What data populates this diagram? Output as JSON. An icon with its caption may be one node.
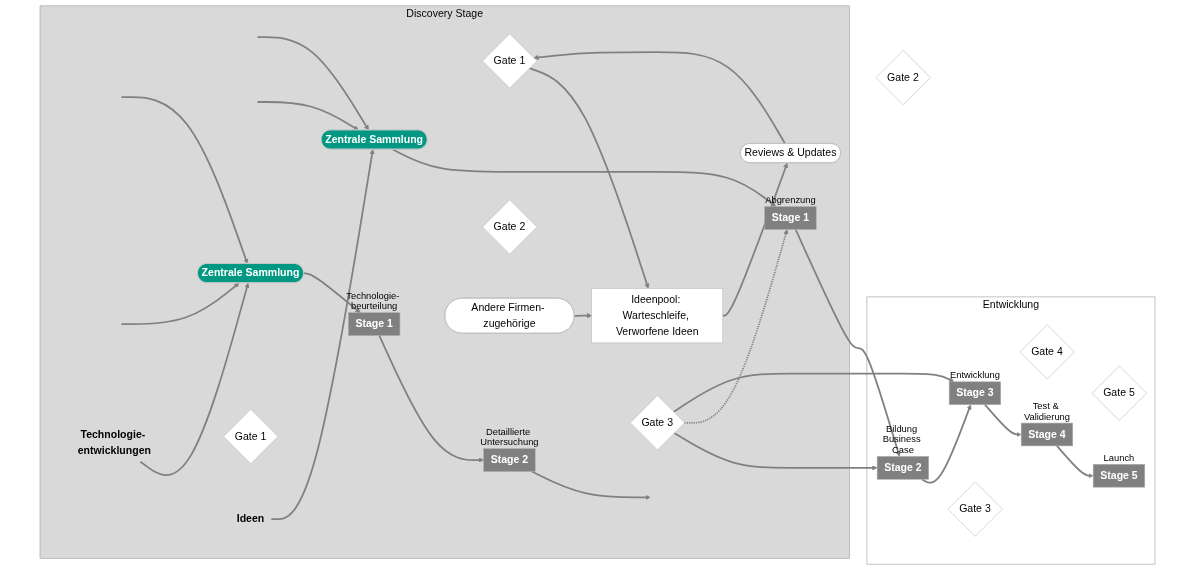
{
  "diagram": {
    "nodes": [
      {
        "text": [
          "Discovery Stage"
        ]
      },
      {
        "text": [
          "Technologie- entwicklungen"
        ],
        "in": 0
      },
      {
        "text": [
          "Zentrale Sammlung"
        ],
        "in": 0
      },
      {
        "text": [
          "Stage 1"
        ],
        "beside": [
          "Technologie- beurteilung"
        ],
        "in": 0
      },
      {
        "text": [
          "Gate 1"
        ],
        "in": 0
      },
      {
        "text": [
          "Gate 2"
        ],
        "in": 0
      },
      {
        "text": [
          "Stage 2"
        ],
        "beside": [
          "Detaillierte Untersuchung"
        ],
        "in": 0
      },
      {
        "text": [
          "Gate 3"
        ],
        "in": 0
      },
      {
        "text": [
          "Ideen"
        ],
        "in": 0
      },
      {
        "text": [
          "Zentrale Sammlung"
        ],
        "in": 0
      },
      {
        "text": [
          "Stage 1"
        ],
        "beside": [
          "Abgrenzung"
        ],
        "in": 0
      },
      {
        "text": [
          "Gate 1"
        ],
        "in": 0
      },
      {
        "text": [
          "Reviews & Updates"
        ],
        "in": 0
      },
      {
        "text": [
          "Ideenpool: Warteschleife, Verworfene Ideen"
        ],
        "in": 0
      },
      {
        "text": [
          "Andere Firmen- zugehörige"
        ],
        "in": 0
      },
      {
        "text": [
          "Entwicklung"
        ]
      },
      {
        "text": [
          "Stage 2"
        ],
        "beside": [
          "Bildung Business Case"
        ],
        "in": 15
      },
      {
        "text": [
          "Gate 2"
        ]
      },
      {
        "text": [
          "Gate 3"
        ],
        "in": 15
      },
      {
        "text": [
          "Stage 3"
        ],
        "beside": [
          "Entwicklung"
        ],
        "in": 15
      },
      {
        "text": [
          "Gate 4"
        ],
        "in": 15
      },
      {
        "text": [
          "Stage 4"
        ],
        "beside": [
          "Test & Validierung"
        ],
        "in": 15
      },
      {
        "text": [
          "Gate 5"
        ],
        "in": 15
      },
      {
        "text": [
          "Stage 5"
        ],
        "beside": [
          "Launch"
        ],
        "in": 15
      }
    ],
    "edges": [
      {
        "from": null,
        "to": 2,
        "arrow": "to"
      },
      {
        "from": 1,
        "to": 2,
        "arrow": "to"
      },
      {
        "from": null,
        "to": 2,
        "arrow": "to"
      },
      {
        "from": 2,
        "to": 3,
        "arrow": "to"
      },
      {
        "from": 3,
        "to": 6,
        "arrow": "to"
      },
      {
        "from": 6,
        "to": null,
        "arrow": "to"
      },
      {
        "from": 7,
        "to": 16,
        "arrow": "to"
      },
      {
        "from": 7,
        "to": 10,
        "arrow": "to",
        "style": "dashed"
      },
      {
        "from": 7,
        "to": 19,
        "arrow": "to"
      },
      {
        "from": null,
        "to": 9,
        "arrow": "to"
      },
      {
        "from": 8,
        "to": 9,
        "arrow": "to"
      },
      {
        "from": null,
        "to": 9,
        "arrow": "to"
      },
      {
        "from": 9,
        "to": 10,
        "arrow": "to"
      },
      {
        "from": 10,
        "to": 16,
        "arrow": "to"
      },
      {
        "from": 16,
        "to": 19,
        "arrow": "to"
      },
      {
        "from": 19,
        "to": 21,
        "arrow": "to"
      },
      {
        "from": 21,
        "to": 23,
        "arrow": "to"
      },
      {
        "from": 11,
        "to": 13,
        "arrow": "to"
      },
      {
        "from": 14,
        "to": 13,
        "arrow": "to"
      },
      {
        "from": 13,
        "to": 12,
        "arrow": "to"
      },
      {
        "from": 12,
        "to": 11,
        "arrow": "to"
      }
    ]
  }
}
